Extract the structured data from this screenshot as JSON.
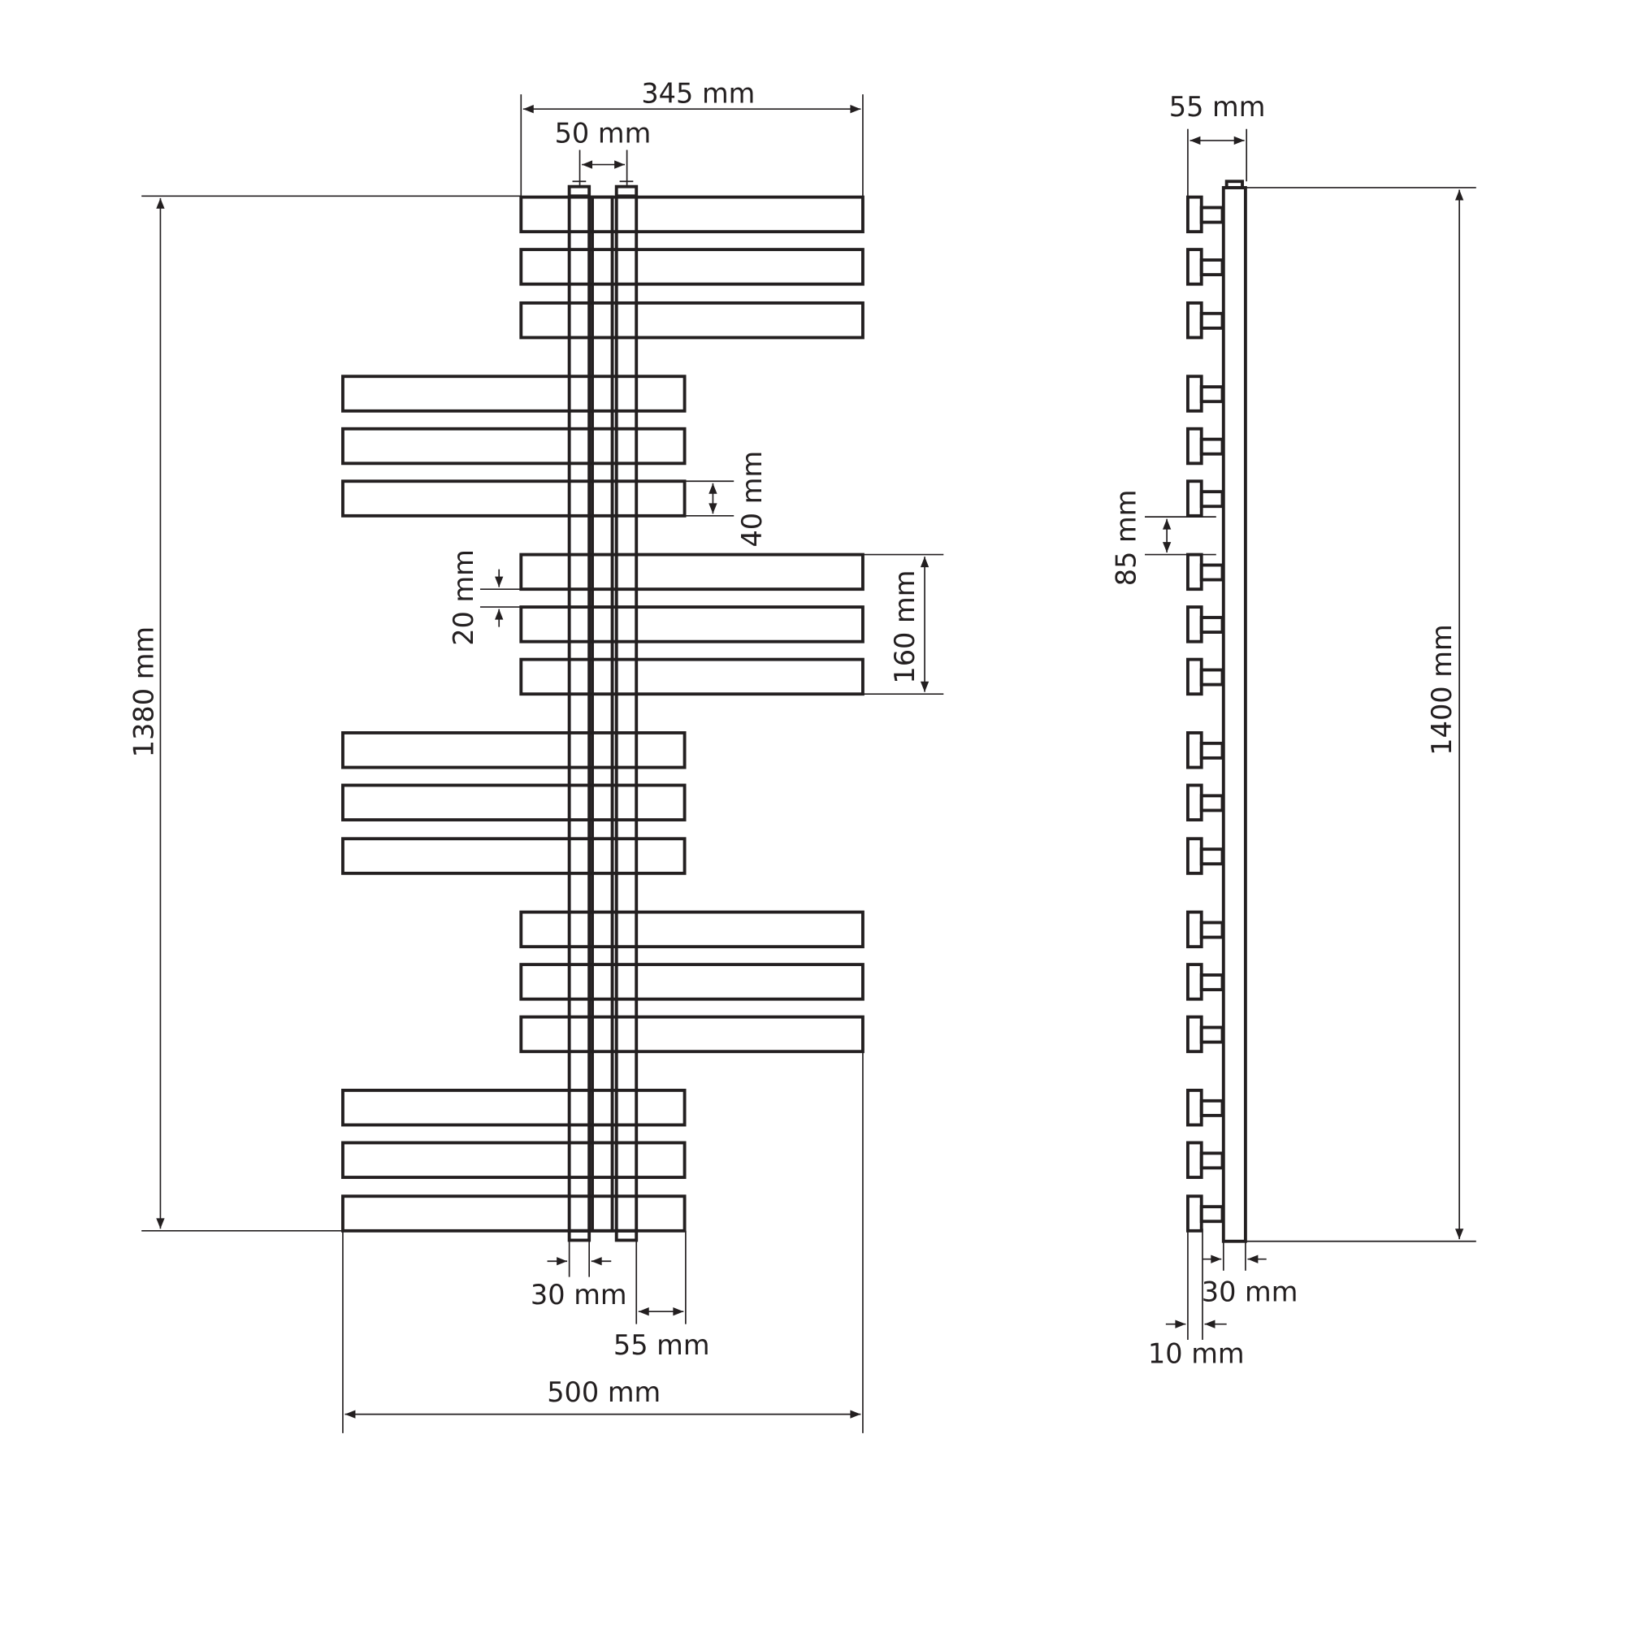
{
  "colors": {
    "stroke": "#231f20",
    "background": "#ffffff"
  },
  "front_view": {
    "dimensions": {
      "top_width": "345 mm",
      "pipe_spacing": "50 mm",
      "bar_height": "40 mm",
      "bar_gap": "20 mm",
      "group_height": "160 mm",
      "total_height": "1380 mm",
      "pipe_width": "30 mm",
      "offset": "55 mm",
      "total_width": "500 mm"
    }
  },
  "side_view": {
    "dimensions": {
      "depth": "55 mm",
      "group_gap": "85 mm",
      "total_height": "1400 mm",
      "column_depth": "30 mm",
      "bar_depth": "10 mm"
    }
  }
}
